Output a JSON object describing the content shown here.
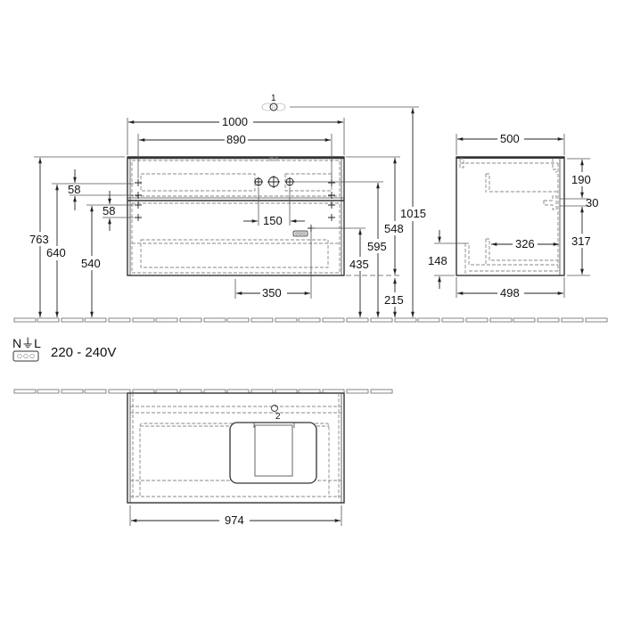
{
  "drawing": {
    "title": "Vanity unit technical drawing",
    "front_view": {
      "dimensions": {
        "overall_width": "1000",
        "inner_width": "890",
        "tap_spacing": "150",
        "socket_offset": "350",
        "height_763": "763",
        "height_640": "640",
        "height_540": "540",
        "gap_58_top": "58",
        "gap_58_bottom": "58",
        "height_595": "595",
        "height_548": "548",
        "height_435": "435",
        "height_215": "215",
        "height_1015": "1015"
      },
      "callout_1": "1"
    },
    "side_view": {
      "dimensions": {
        "depth_top": "500",
        "depth_bottom": "498",
        "inner_depth": "326",
        "height_190": "190",
        "height_30": "30",
        "height_317": "317",
        "height_148": "148"
      }
    },
    "electrical": {
      "terminal_label": "N⏚L",
      "voltage": "220 - 240V"
    },
    "top_view": {
      "dimensions": {
        "width": "974"
      },
      "callout_2": "2"
    },
    "colors": {
      "line": "#222222",
      "hidden_line": "#888888",
      "background": "#ffffff"
    }
  }
}
